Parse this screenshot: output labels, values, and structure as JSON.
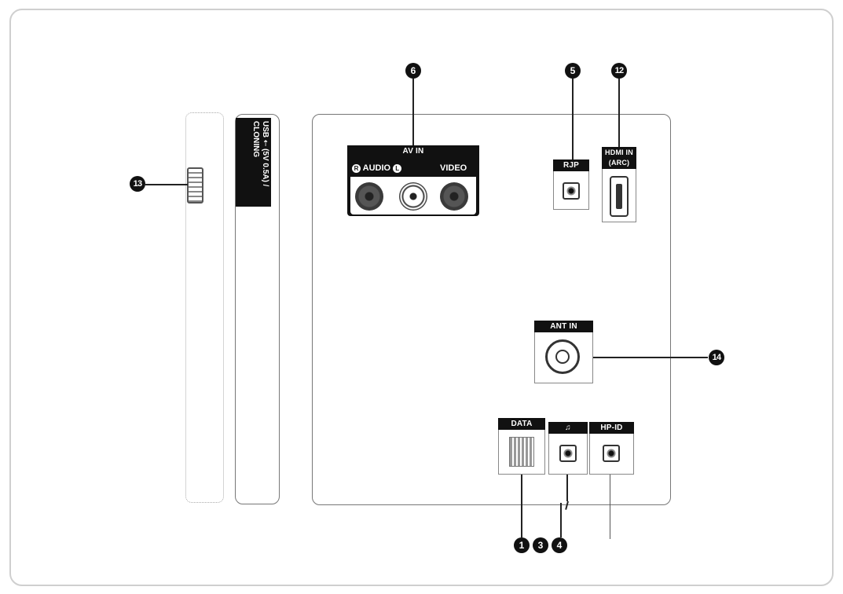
{
  "callouts": {
    "n1": "1",
    "n3": "3",
    "n4": "4",
    "n5": "5",
    "n6": "6",
    "n12": "12",
    "n13": "13",
    "n14": "14"
  },
  "ports": {
    "usb": "USB ⇠ (5V 0.5A) / CLONING",
    "av_in": "AV IN",
    "audio": "AUDIO",
    "audio_r": "R",
    "audio_l": "L",
    "video": "VIDEO",
    "rjp": "RJP",
    "hdmi_in": "HDMI IN",
    "hdmi_arc": "(ARC)",
    "ant_in": "ANT IN",
    "data": "DATA",
    "headphone": "♫",
    "hp_id": "HP-ID"
  },
  "colors": {
    "line": "#222222",
    "label_bg": "#111111",
    "panel_border": "#777777"
  }
}
